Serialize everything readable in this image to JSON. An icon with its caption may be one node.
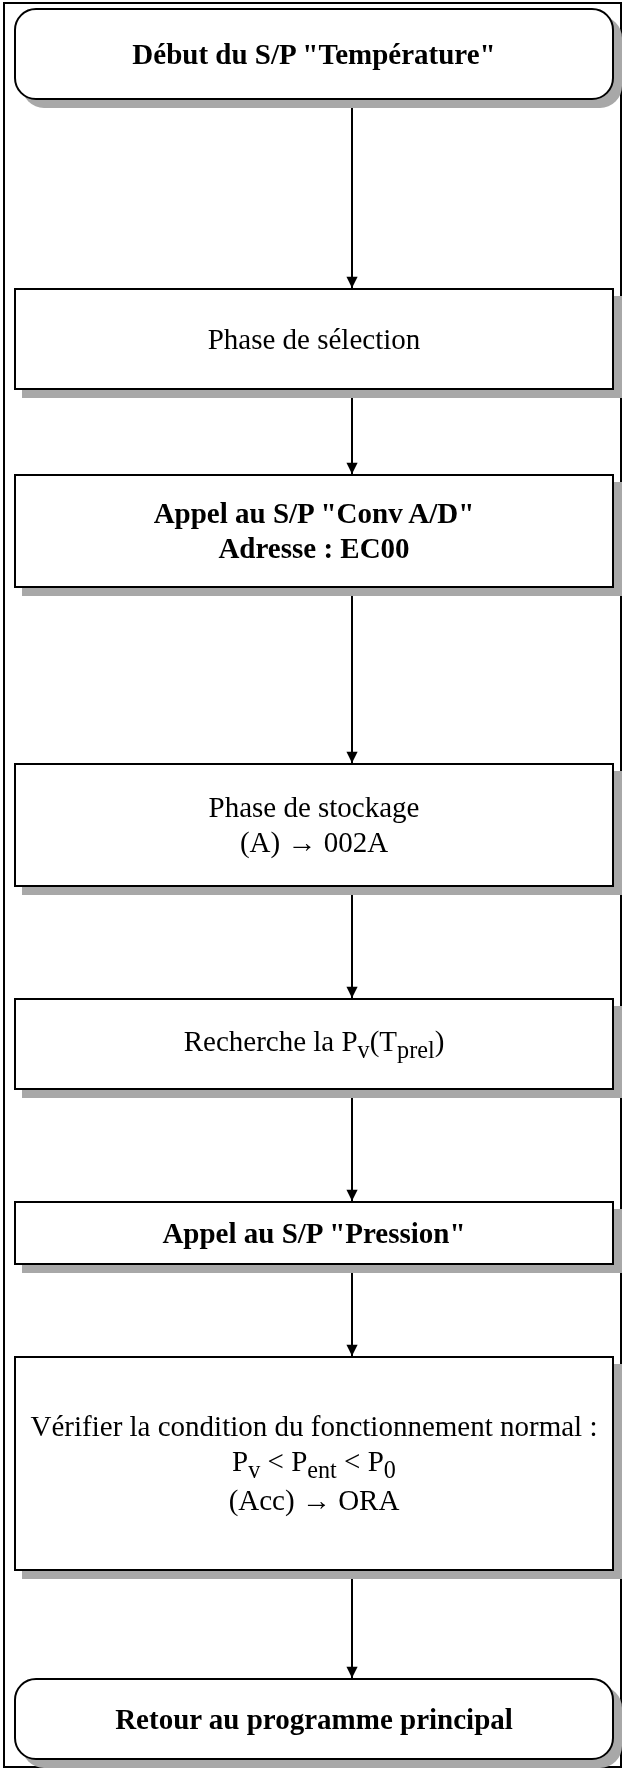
{
  "diagram": {
    "nodes": [
      {
        "text": [
          "Début du S/P \"Température\""
        ]
      },
      {
        "text": [
          "Phase de sélection"
        ]
      },
      {
        "text": [
          "Appel au S/P  \"Conv A/D\"",
          "Adresse : EC00"
        ]
      },
      {
        "text": [
          "Phase de stockage",
          "(A) → 002A"
        ]
      },
      {
        "text": [
          "Recherche la P$_{v}$(T$_{prel}$)"
        ]
      },
      {
        "text": [
          "Appel au S/P \"Pression\""
        ]
      },
      {
        "text": [
          "Vérifier la condition du fonctionnement normal :",
          "P$_{v}$ < P$_{ent}$ < P$_{0}$",
          "(Acc) → ORA"
        ]
      },
      {
        "text": [
          "Retour au programme principal"
        ]
      }
    ],
    "edges": [
      {
        "from": 0,
        "to": 1,
        "arrow": "to"
      },
      {
        "from": 1,
        "to": 2,
        "arrow": "to"
      },
      {
        "from": 2,
        "to": 3,
        "arrow": "to"
      },
      {
        "from": 3,
        "to": 4,
        "arrow": "to"
      },
      {
        "from": 4,
        "to": 5,
        "arrow": "to"
      },
      {
        "from": 5,
        "to": 6,
        "arrow": "to"
      },
      {
        "from": 6,
        "to": 7,
        "arrow": "to"
      }
    ]
  }
}
